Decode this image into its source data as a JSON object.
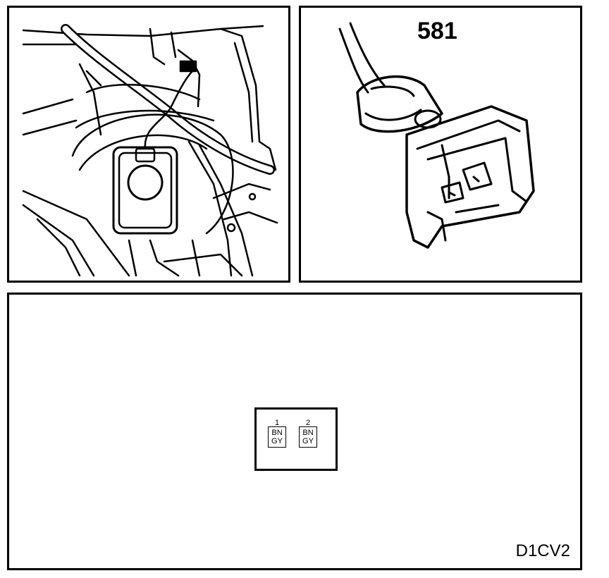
{
  "connector": {
    "number": "581"
  },
  "pinout": {
    "pins": [
      {
        "pin": "1",
        "wires": [
          "BN",
          "GY"
        ]
      },
      {
        "pin": "2",
        "wires": [
          "BN",
          "GY"
        ]
      }
    ]
  },
  "diagram_code": "D1CV2",
  "colors": {
    "line": "#000000",
    "background": "#ffffff"
  }
}
